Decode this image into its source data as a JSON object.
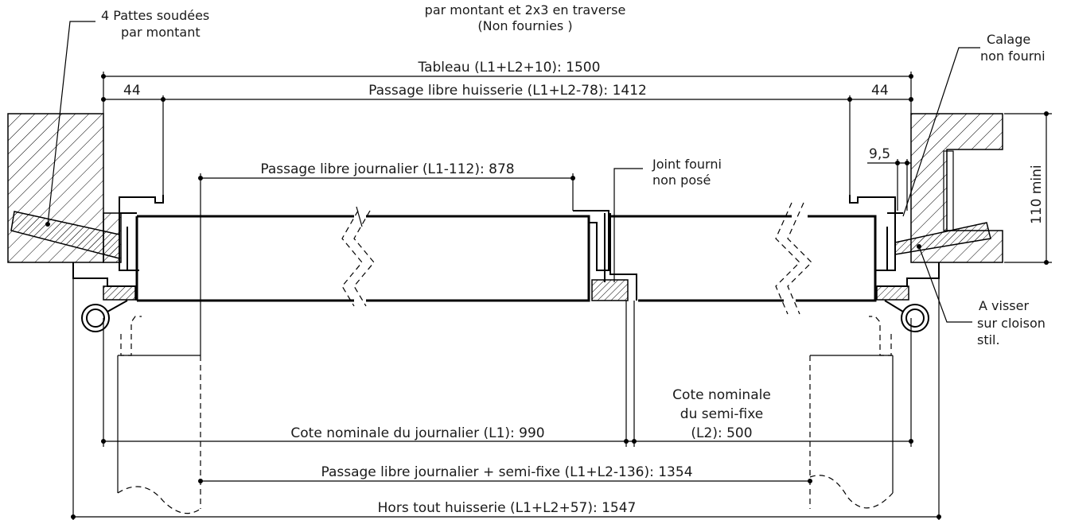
{
  "labels": {
    "pattes": [
      "4 Pattes soudées",
      "par montant"
    ],
    "fixations": [
      "par montant et 2x3 en traverse",
      "(Non fournies )"
    ],
    "calage": [
      "Calage",
      "non fourni"
    ],
    "joint": [
      "Joint fourni",
      "non posé"
    ],
    "visser": [
      "A visser",
      "sur cloison",
      "stil."
    ],
    "cote_semi_fixe": [
      "Cote nominale",
      "du semi-fixe",
      "(L2): 500"
    ],
    "mini": "110 mini"
  },
  "dimensions": {
    "tableau": "Tableau (L1+L2+10): 1500",
    "passage_huisserie": "Passage libre huisserie (L1+L2-78): 1412",
    "left_44": "44",
    "right_44": "44",
    "dim_9_5": "9,5",
    "passage_journalier": "Passage libre journalier (L1-112): 878",
    "cote_journalier": "Cote nominale du journalier (L1): 990",
    "passage_total": "Passage libre journalier + semi-fixe (L1+L2-136): 1354",
    "hors_tout": "Hors tout huisserie (L1+L2+57): 1547"
  }
}
